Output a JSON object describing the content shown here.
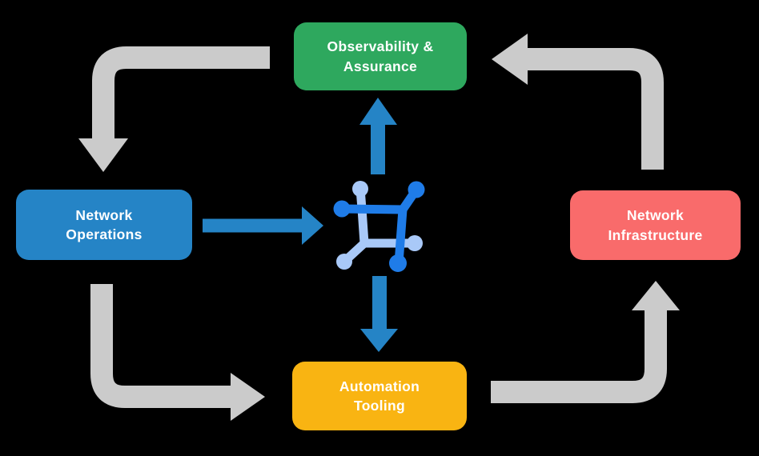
{
  "nodes": {
    "observability": {
      "label": "Observability &\nAssurance",
      "color": "#2EA85E",
      "text_color": "#FFFFFF"
    },
    "operations": {
      "label": "Network\nOperations",
      "color": "#2584C6",
      "text_color": "#FFFFFF"
    },
    "infrastructure": {
      "label": "Network\nInfrastructure",
      "color": "#F96B6B",
      "text_color": "#FFFFFF"
    },
    "automation": {
      "label": "Automation\nTooling",
      "color": "#F9B412",
      "text_color": "#FFFFFF"
    }
  },
  "center_icon": {
    "name": "network-automation-icon",
    "dark_blue": "#1F7CE8",
    "light_blue": "#A9C9F8"
  },
  "colors": {
    "background": "#000000",
    "arrow_gray": "#CBCBCB",
    "arrow_blue": "#2584C6"
  },
  "edges": [
    {
      "from": "Observability & Assurance",
      "to": "Network Operations",
      "style": "gray-elbow"
    },
    {
      "from": "Network Operations",
      "to": "Automation Tooling",
      "style": "gray-elbow"
    },
    {
      "from": "Automation Tooling",
      "to": "Network Infrastructure",
      "style": "gray-elbow"
    },
    {
      "from": "Network Infrastructure",
      "to": "Observability & Assurance",
      "style": "gray-elbow"
    },
    {
      "from": "Network Operations",
      "to": "center-icon",
      "style": "blue-straight"
    },
    {
      "from": "center-icon",
      "to": "Observability & Assurance",
      "style": "blue-straight"
    },
    {
      "from": "center-icon",
      "to": "Automation Tooling",
      "style": "blue-straight"
    }
  ]
}
